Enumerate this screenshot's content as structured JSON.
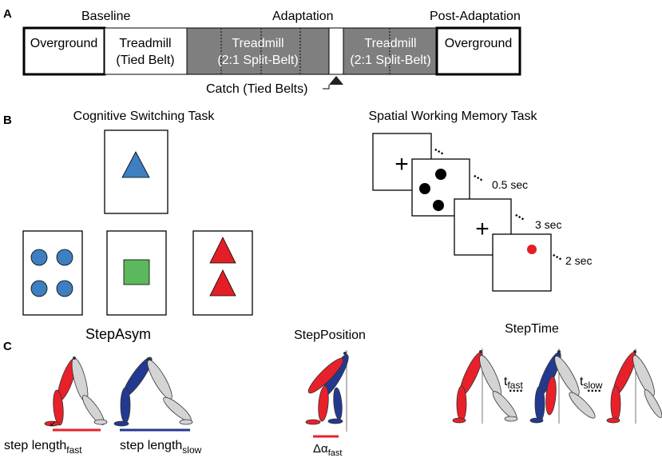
{
  "panel_a": {
    "letter": "A",
    "label_baseline": "Baseline",
    "label_adaptation": "Adaptation",
    "label_post": "Post-Adaptation",
    "box_overground_1": "Overground",
    "box_treadmill_tied_1": "Treadmill",
    "box_treadmill_tied_2": "(Tied Belt)",
    "box_split_a_1": "Treadmill",
    "box_split_a_2": "(2:1 Split-Belt)",
    "box_split_b_1": "Treadmill",
    "box_split_b_2": "(2:1 Split-Belt)",
    "box_overground_2": "Overground",
    "catch_label": "Catch (Tied Belts)"
  },
  "panel_b": {
    "letter": "B",
    "switch_title": "Cognitive Switching Task",
    "memory_title": "Spatial Working Memory Task",
    "cross_symbol": "+",
    "dots_symbol": "...",
    "delay_1": "0.5 sec",
    "delay_2": "3 sec",
    "delay_3": "2 sec"
  },
  "panel_c": {
    "letter": "C",
    "stepasym_title": "StepAsym",
    "stepposition_title": "StepPosition",
    "steptime_title": "StepTime",
    "step_fast_main": "step length",
    "step_fast_sub": "fast",
    "step_slow_main": "step length",
    "step_slow_sub": "slow",
    "alpha_main": "Δα",
    "alpha_sub": "fast",
    "tfast_main": "t",
    "tfast_sub": "fast",
    "tslow_main": "t",
    "tslow_sub": "slow",
    "ellipsis": "...."
  },
  "colors": {
    "gray_split": "#7f7f7f",
    "red": "#e8202a",
    "blue": "#23398f",
    "light_gray": "#d4d4d4",
    "shape_blue": "#3d7fc1",
    "shape_green": "#5cb85c",
    "shape_red": "#e31e26"
  }
}
